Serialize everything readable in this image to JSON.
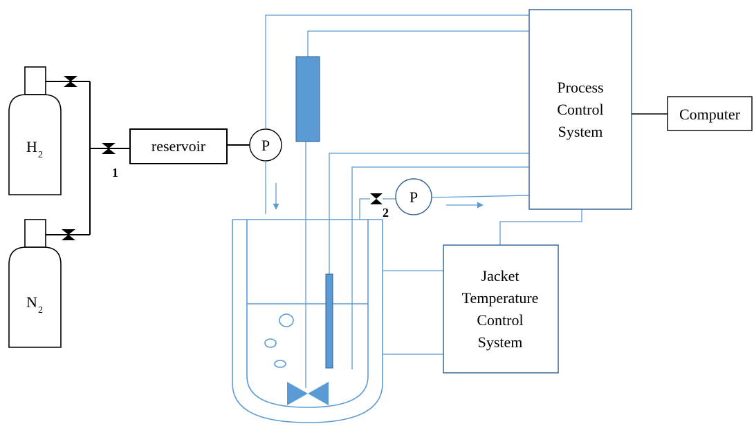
{
  "labels": {
    "cylinder_h2": "H",
    "cylinder_h2_sub": "2",
    "cylinder_n2": "N",
    "cylinder_n2_sub": "2",
    "valve_1": "1",
    "valve_2": "2",
    "reservoir": "reservoir",
    "pressure_gauge_1": "P",
    "pressure_gauge_2": "P",
    "process_control": [
      "Process",
      "Control",
      "System"
    ],
    "computer": "Computer",
    "jacket_control": [
      "Jacket",
      "Temperature",
      "Control",
      "System"
    ]
  },
  "colors": {
    "line": "#000000",
    "process_line": "#5b9bd5",
    "component_fill": "#5b9bd5",
    "box_border": "#2e5f8e"
  }
}
